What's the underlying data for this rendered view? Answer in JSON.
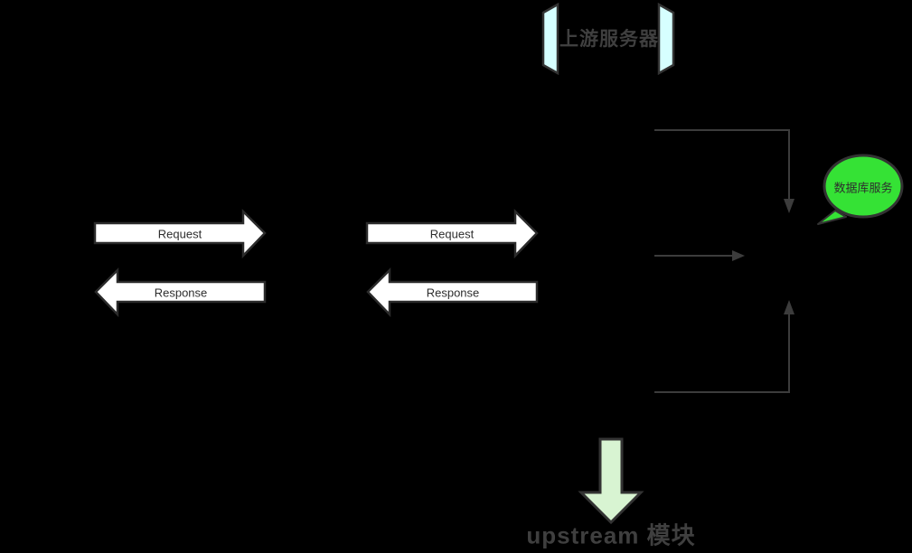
{
  "diagram": {
    "title_hint": "nginx upstream module flow diagram",
    "upstream_server": {
      "label": "上游服务器"
    },
    "db_service": {
      "label": "数据库服务"
    },
    "flows": {
      "pair1": {
        "request": "Request",
        "response": "Response"
      },
      "pair2": {
        "request": "Request",
        "response": "Response"
      }
    },
    "upstream_module": {
      "label": "upstream 模块"
    }
  },
  "colors": {
    "background": "#000000",
    "bracket_fill": "#d6ffff",
    "flow_arrow_fill": "#ffffff",
    "connector": "#3c3c3c",
    "bubble_fill": "#35e235",
    "big_arrow_fill": "#d8f4d2",
    "outline": "#333333",
    "heading_text": "#3f3f3f",
    "flow_text": "#2e2e2e"
  }
}
